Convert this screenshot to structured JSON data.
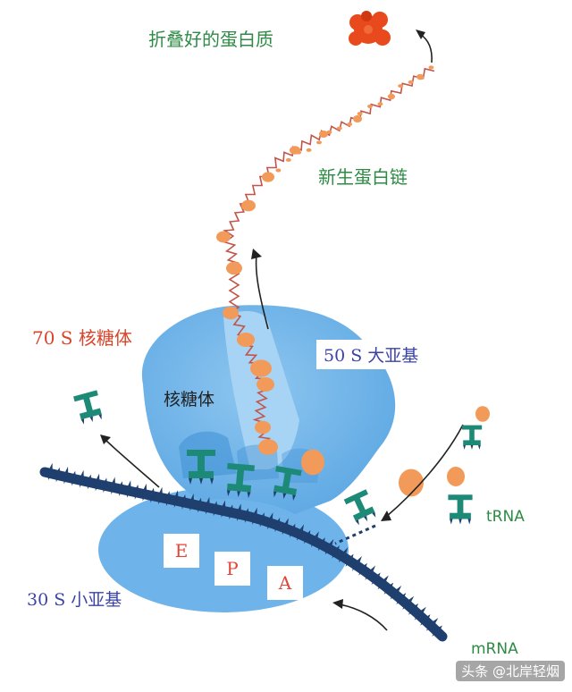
{
  "labels": {
    "folded_protein": "折叠好的蛋白质",
    "nascent_chain": "新生蛋白链",
    "ribosome_70s": "70 S 核糖体",
    "large_subunit": "50 S 大亚基",
    "ribosome_center": "核糖体",
    "small_subunit": "30 S 小亚基",
    "trna": "tRNA",
    "mrna": "mRNA"
  },
  "sites": [
    "E",
    "P",
    "A"
  ],
  "watermark": "头条 @北岸轻烟",
  "colors": {
    "ribosome": "#6ab2e8",
    "ribosome_light": "#a3d0f3",
    "mrna": "#1f3f6e",
    "trna": "#1d8a78",
    "protein": "#f29a5a",
    "folded": "#e84a1d",
    "green_text": "#2e8b45",
    "red_text": "#d8452a",
    "blue_text": "#3b44a6"
  }
}
